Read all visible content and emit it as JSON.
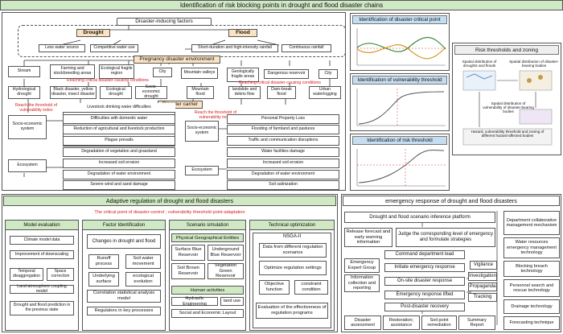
{
  "title": "Identification of risk blocking points in drought and flood disaster chains",
  "top": {
    "disaster_factors": "Disaster-inducing factors",
    "drought": "Drought",
    "flood": "Flood",
    "less_water": "Less water source",
    "competitive_water": "Competitive water use",
    "short_rain": "Short-duration and high-intensity rainfall",
    "continuous_rain": "Continuous rainfall",
    "pregnancy_env": "Pregnancy disaster environment",
    "stream": "Stream",
    "farming": "Farming and stockbreeding areas",
    "eco_fragile": "Ecological fragile region",
    "city_l": "City",
    "mountain_valleys": "Mountain valleys",
    "geo_fragile": "Geologically fragile areas",
    "dangerous_reservoir": "Dangerous reservoir",
    "city_r": "City",
    "reach_critical_l": "Reaching critical disaster-causing conditions",
    "reach_critical_r": "Reaching critical disaster-causing conditions",
    "hydrological_drought": "Hydrological drought",
    "black_disaster": "Black disaster, yellow disaster, insect disaster",
    "ecological_drought": "Ecological drought",
    "socio_drought": "Socio-economic drought",
    "mountain_flood": "Mountain flood",
    "landslide": "landslide and debris flow",
    "dam_break": "Dam-break flood",
    "urban_waterlogging": "Urban waterlogging",
    "disaster_carrier": "Disaster carrier",
    "reach_threshold_l": "Reach the threshold of vulnerability index",
    "reach_threshold_r": "Reach the threshold of vulnerability index",
    "socio_system_l": "Socio-economic system",
    "ecosystem_l": "Ecosystem",
    "socio_system_r": "Socio-economic system",
    "ecosystem_r": "Ecosystem",
    "left_socio_items": [
      "Livestock drinking water difficulties",
      "Difficulties with domestic water",
      "Reduction of agricultural and livestock production",
      "Plague prevails"
    ],
    "left_eco_items": [
      "Degradation of vegetation and grassland",
      "Increased soil erosion",
      "Degradation of water environment",
      "Severe wind and sand damage"
    ],
    "right_socio_items": [
      "Personal Property Loss",
      "Flooding of farmland and pastures",
      "Traffic and communication disruptions",
      "Water facilities damage"
    ],
    "right_eco_items": [
      "Increased soil erosion",
      "Degradation of water environment",
      "Soil salinization"
    ]
  },
  "right_panels": {
    "critical_point": "Identification of disaster critical point",
    "vulnerability": "Identification of vulnerability threshold",
    "risk": "Identification of risk threshold",
    "thresholds_zoning": "Risk thresholds and zoning",
    "spatial_drought": "Spatial distribution of droughts and floods",
    "spatial_bodies": "Spatial distribution of disaster-bearing bodies",
    "spatial_vuln": "Spatial distribution of vulnerability of disaster-bearing bodies",
    "hazard_zoning": "Hazard, vulnerability threshold and zoning of different hazard-affected bodies"
  },
  "adaptive": {
    "title": "Adaptive regulation of drought and flood disasters",
    "subtitle": "The critical point of disaster-control ; vulnerability threshold point-adaptation",
    "model_evaluation": "Model evaluation",
    "climate_data": "Climate model data",
    "downscaling": "Improvement of downscaling",
    "temporal": "Temporal disaggregation",
    "space": "Space correction",
    "land_atmo": "Land-atmosphere coupling model",
    "prediction": "Drought and flood prediction in the previous state",
    "factor_identification": "Factor Identification",
    "changes": "Changes in drought and flood",
    "runoff": "Runoff process",
    "soil_water": "Soil water movement",
    "underlying": "Underlying surface",
    "eco_evolution": "ecological evolution",
    "correlation": "Correlation statistical analysis model",
    "regulators": "Regulators in key processes",
    "scenario_sim": "Scenario simulation",
    "physical_geo": "Physical Geographical Entities",
    "surface_blue": "Surface Blue Reservoir",
    "underground_blue": "Underground Blue Reservoir",
    "soil_brown": "Soil Brown Reservoir",
    "vegetation_green": "Vegetation Green Reservoir",
    "human_activities": "Human activities",
    "hydraulic": "Hydraulic Engineering",
    "land_use": "land use",
    "social_layout": "Social and Economic Layout",
    "technical_opt": "Technical optimization",
    "nsga": "NSGA-II",
    "data_scenarios": "Data from different regulation scenarios",
    "optimize_settings": "Optimize regulation settings",
    "objective": "Objective function",
    "constraint": "constraint condition",
    "evaluation": "Evaluation of the effectiveness of regulation programs"
  },
  "emergency": {
    "title": "emergency response of drought and flood disasters",
    "inference": "Drought and flood scenario inference platform",
    "release_forecast": "Release forecast and early warning information",
    "judge": "Judge the corresponding level of emergency and formulate strategies",
    "command_lead": "Command department lead",
    "emergency_expert": "Emergency Expert Group",
    "info_collection": "Information collection and reporting",
    "initiate": "Initiate emergency response",
    "onsite": "On-site disaster response",
    "lifted": "Emergency response lifted",
    "vigilance": "Vigilance",
    "investigation": "Investigation",
    "propaganda": "Propaganda",
    "tracking": "Tracking",
    "post_recovery": "Post-disaster recovery",
    "bottom_items": [
      "Disaster assessment",
      "Restoration; assistance",
      "Soil point remediation",
      "Summary Report"
    ],
    "right_items": [
      "Department collaborative management mechanism",
      "Water resources emergency management technology",
      "Blocking breach technology",
      "Personnel search and rescue technology",
      "Drainage technology",
      "Forecasting technique"
    ]
  },
  "colors": {
    "green_header": "#cfe9c4",
    "blue_header": "#c6ddef",
    "orange": "#fbe3c2",
    "red_text": "#d42020",
    "border": "#555555"
  }
}
